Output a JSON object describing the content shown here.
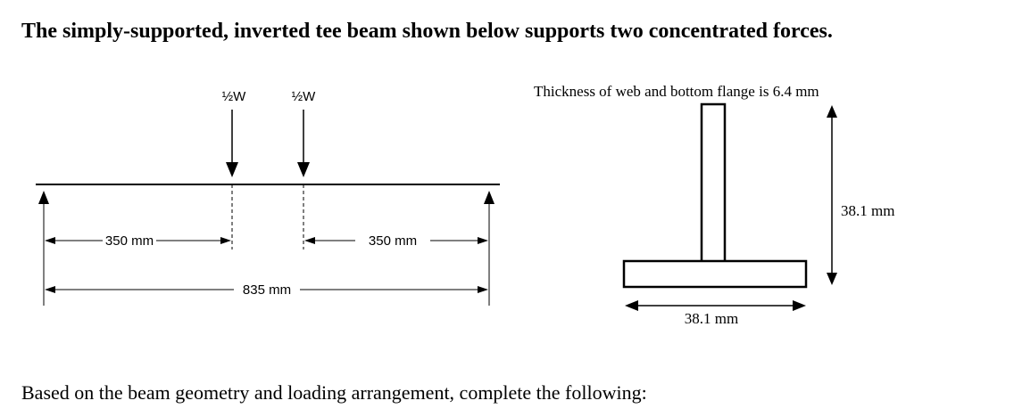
{
  "title": "The simply-supported, inverted tee beam shown below supports two concentrated forces.",
  "footer": "Based on the beam geometry and loading arrangement, complete the following:",
  "beam": {
    "load_left_label": "½W",
    "load_right_label": "½W",
    "dim_left_label": "350 mm",
    "dim_right_label": "350 mm",
    "dim_span_label": "835 mm"
  },
  "section": {
    "thickness_note": "Thickness of web and bottom flange is 6.4 mm",
    "height_label": "38.1 mm",
    "width_label": "38.1 mm"
  }
}
